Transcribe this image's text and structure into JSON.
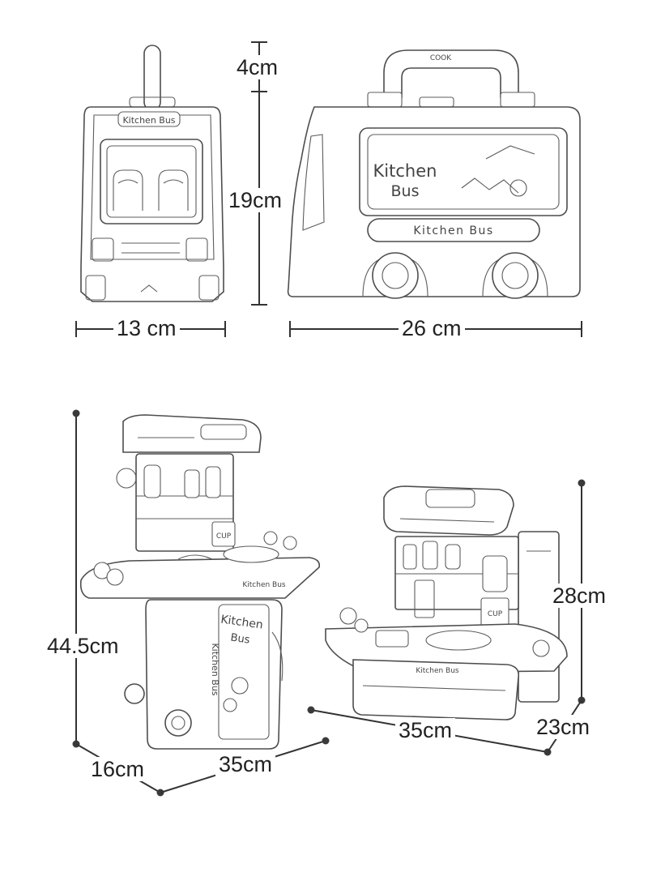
{
  "top": {
    "handle_height": "4cm",
    "body_height": "19cm",
    "front_width": "13 cm",
    "side_width": "26 cm",
    "front_sign": "Kitchen Bus",
    "side_handle_label": "COOK",
    "side_sign_line1": "Kitchen",
    "side_sign_line2": "Bus",
    "side_band": "Kitchen Bus"
  },
  "bottom": {
    "tall_height": "44.5cm",
    "tall_depth": "16cm",
    "tall_width": "35cm",
    "wide_height": "28cm",
    "wide_width": "35cm",
    "wide_depth": "23cm",
    "tall_sign_line1": "Kitchen",
    "tall_sign_line2": "Bus",
    "tall_vertical_text": "Kitchen Bus",
    "tall_counter_text": "Kitchen Bus",
    "wide_counter_text": "Kitchen Bus",
    "cup_text": "CUP"
  },
  "colors": {
    "line": "#4d4d4d",
    "dimension": "#333333",
    "background": "#ffffff"
  }
}
